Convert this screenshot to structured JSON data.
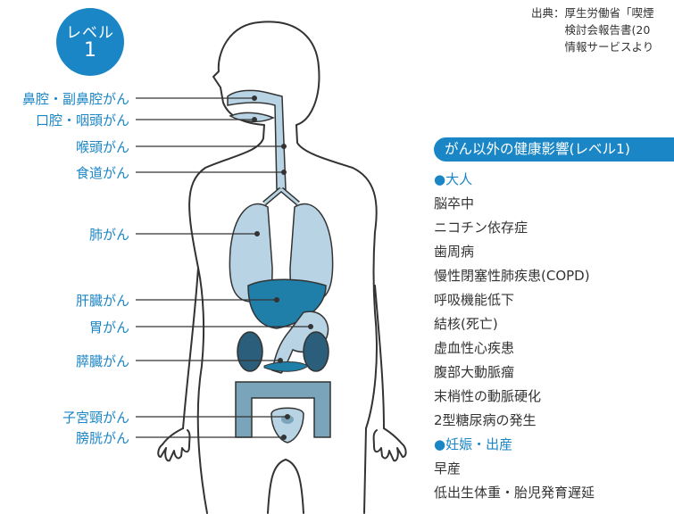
{
  "badge": {
    "line1": "レベル",
    "line2": "1"
  },
  "source": "出典：厚生労働省「喫煙\n　　　検討会報告書(20\n　　　情報サービスより",
  "organ_labels": [
    {
      "text": "鼻腔・副鼻腔がん"
    },
    {
      "text": "口腔・咽頭がん"
    },
    {
      "text": "喉頭がん"
    },
    {
      "text": "食道がん"
    },
    {
      "text": "肺がん"
    },
    {
      "text": "肝臓がん"
    },
    {
      "text": "胃がん"
    },
    {
      "text": "膵臓がん"
    },
    {
      "text": "子宮頸がん"
    },
    {
      "text": "膀胱がん"
    }
  ],
  "other_effects": {
    "title": "がん以外の健康影響(レベル1)",
    "adult_heading": "●大人",
    "adult_items": [
      "脳卒中",
      "ニコチン依存症",
      "歯周病",
      "慢性閉塞性肺疾患(COPD)",
      "呼吸機能低下",
      "結核(死亡)",
      "虚血性心疾患",
      "腹部大動脈瘤",
      "末梢性の動脈硬化",
      "2型糖尿病の発生"
    ],
    "pregnancy_heading": "●妊娠・出産",
    "pregnancy_items": [
      "早産",
      "低出生体重・胎児発育遅延"
    ]
  },
  "colors": {
    "accent": "#1b86c6",
    "dark_organ": "#2a5e7a",
    "liver": "#1f7fa8",
    "light_organ": "#b8d4e4"
  }
}
